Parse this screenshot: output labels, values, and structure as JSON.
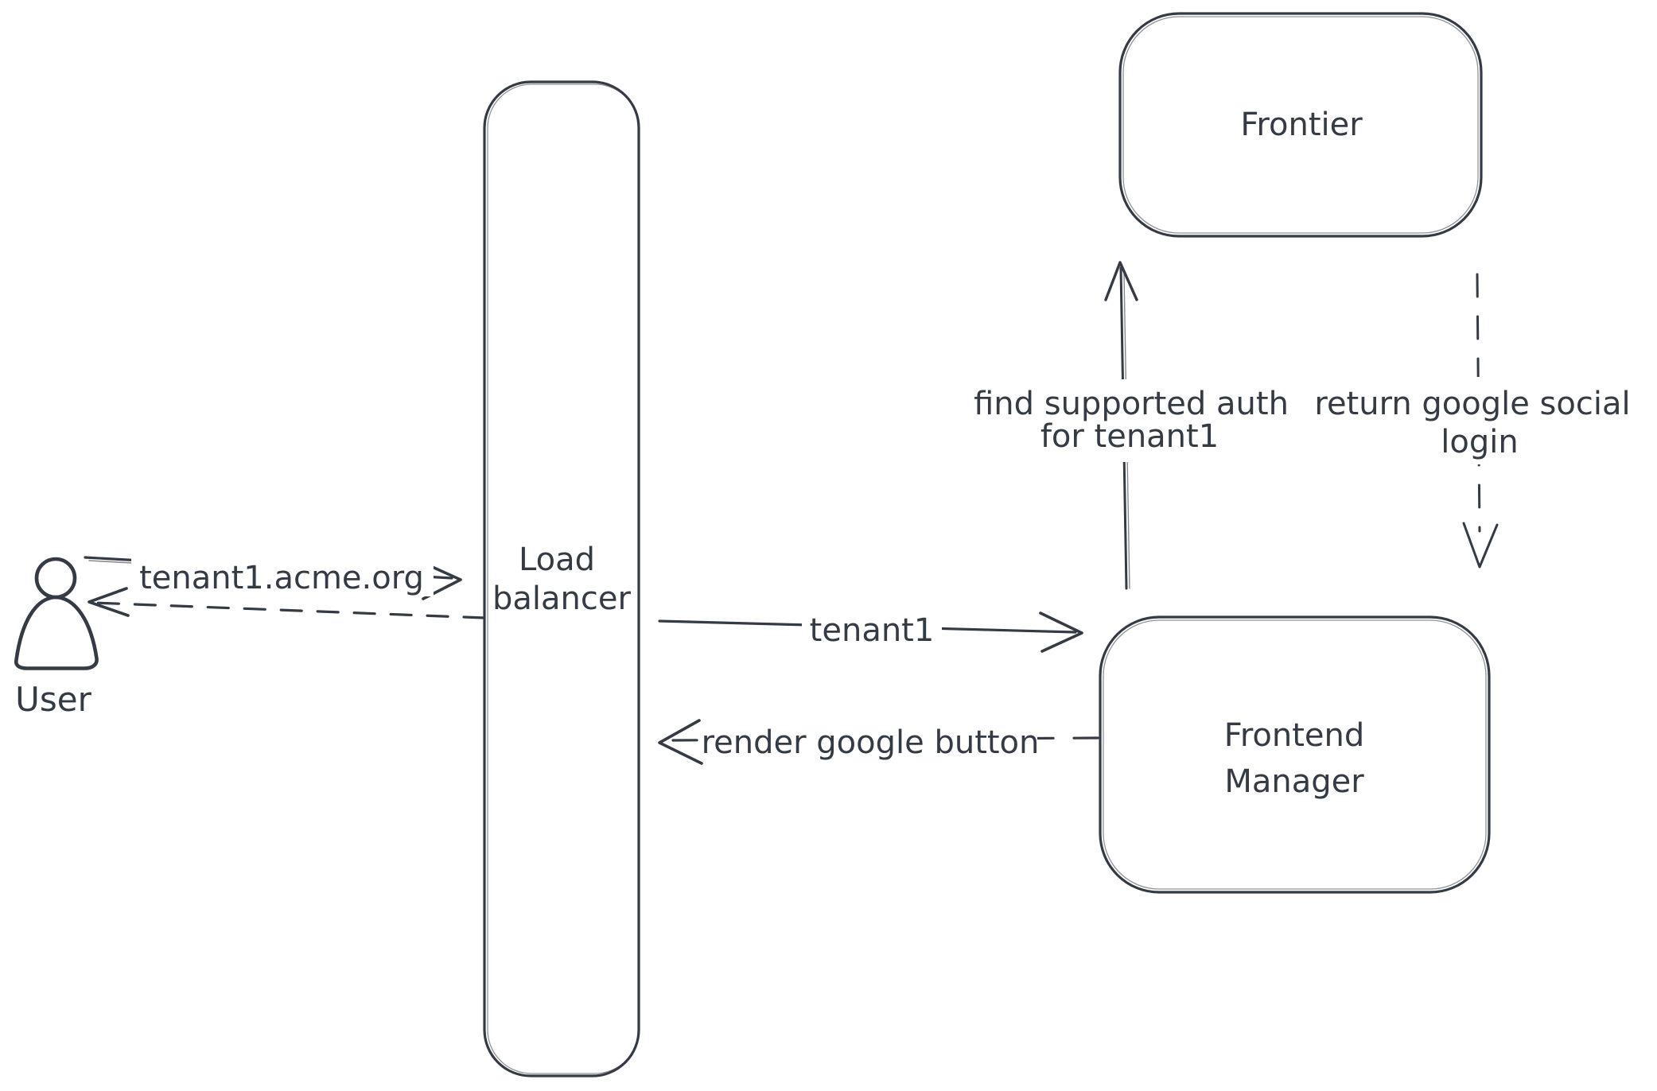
{
  "colors": {
    "stroke": "#343b45",
    "hatch_fill": "#c8d1da",
    "background": "#ffffff"
  },
  "nodes": {
    "user": {
      "label": "User"
    },
    "load_balancer": {
      "line1": "Load",
      "line2": "balancer"
    },
    "frontier": {
      "label": "Frontier"
    },
    "frontend_manager": {
      "line1": "Frontend",
      "line2": "Manager"
    }
  },
  "edges": {
    "user_to_load_balancer": {
      "label": "tenant1.acme.org",
      "line_style": "solid"
    },
    "load_balancer_to_user": {
      "line_style": "dashed"
    },
    "load_balancer_to_frontend_manager": {
      "label": "tenant1",
      "line_style": "solid"
    },
    "frontend_manager_to_load_balancer": {
      "label": "render google button",
      "line_style": "dashed"
    },
    "frontend_manager_to_frontier": {
      "line1": "find supported auth",
      "line2": "for tenant1",
      "line_style": "solid"
    },
    "frontier_to_frontend_manager": {
      "line1": "return google social",
      "line2": "login",
      "line_style": "dashed"
    }
  }
}
